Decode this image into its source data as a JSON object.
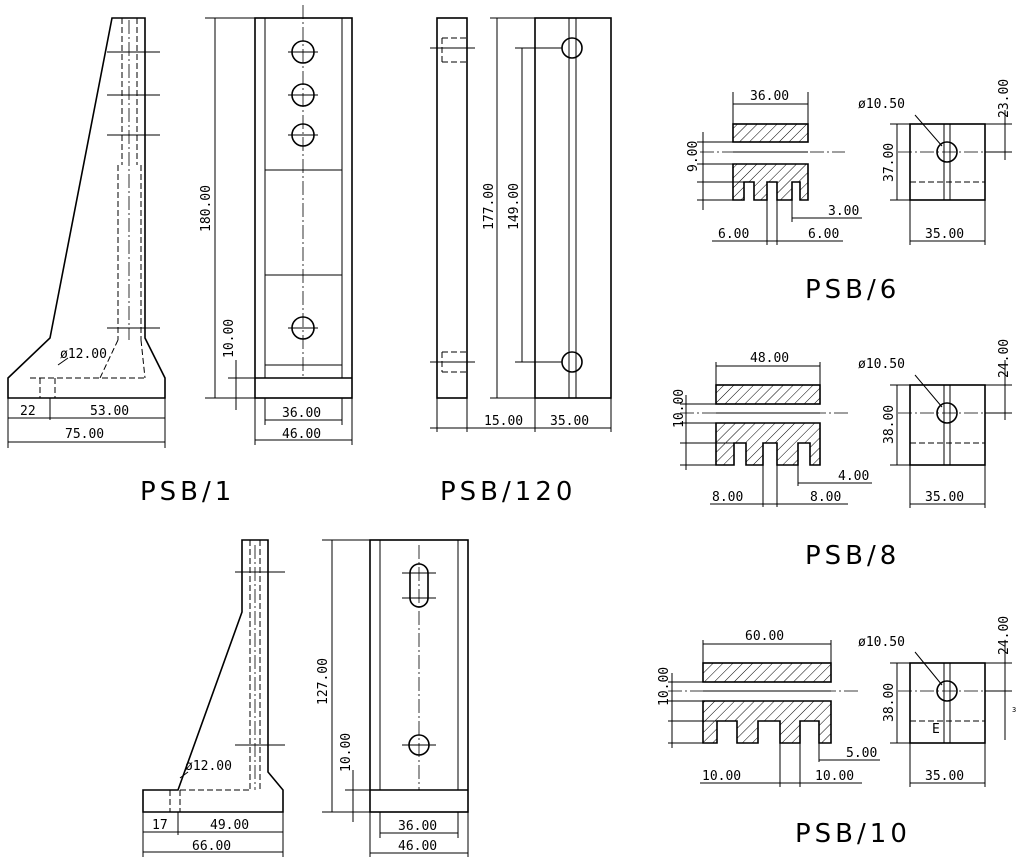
{
  "drawings": {
    "psb1": {
      "caption": "PSB/1",
      "dims": {
        "height": "180.00",
        "offset": "10.00",
        "hole": "ø12.00",
        "base_left": "22",
        "base_right": "53.00",
        "base_total": "75.00",
        "inner_width": "36.00",
        "outer_width": "46.00"
      }
    },
    "psb120": {
      "caption": "PSB/120",
      "dims": {
        "height_outer": "177.00",
        "height_inner": "149.00",
        "thickness": "15.00",
        "width": "35.00"
      }
    },
    "psb_small": {
      "dims": {
        "height": "127.00",
        "offset": "10.00",
        "hole": "ø12.00",
        "base_left": "17",
        "base_right": "49.00",
        "base_total": "66.00",
        "inner_width": "36.00",
        "outer_width": "46.00"
      }
    },
    "psb6": {
      "caption": "PSB/6",
      "dims": {
        "top_width": "36.00",
        "gap": "9.00",
        "slot": "3.00",
        "left": "6.00",
        "right": "6.00",
        "hole": "ø10.50",
        "height": "37.00",
        "top_offset": "23.00",
        "width": "35.00"
      }
    },
    "psb8": {
      "caption": "PSB/8",
      "dims": {
        "top_width": "48.00",
        "gap": "10.00",
        "slot": "4.00",
        "left": "8.00",
        "right": "8.00",
        "hole": "ø10.50",
        "height": "38.00",
        "top_offset": "24.00",
        "width": "35.00"
      }
    },
    "psb10": {
      "caption": "PSB/10",
      "dims": {
        "top_width": "60.00",
        "gap": "10.00",
        "slot": "5.00",
        "left": "10.00",
        "right": "10.00",
        "hole": "ø10.50",
        "height": "38.00",
        "top_offset": "24.00",
        "width": "35.00",
        "mark": "E",
        "tiny": "3"
      }
    }
  }
}
